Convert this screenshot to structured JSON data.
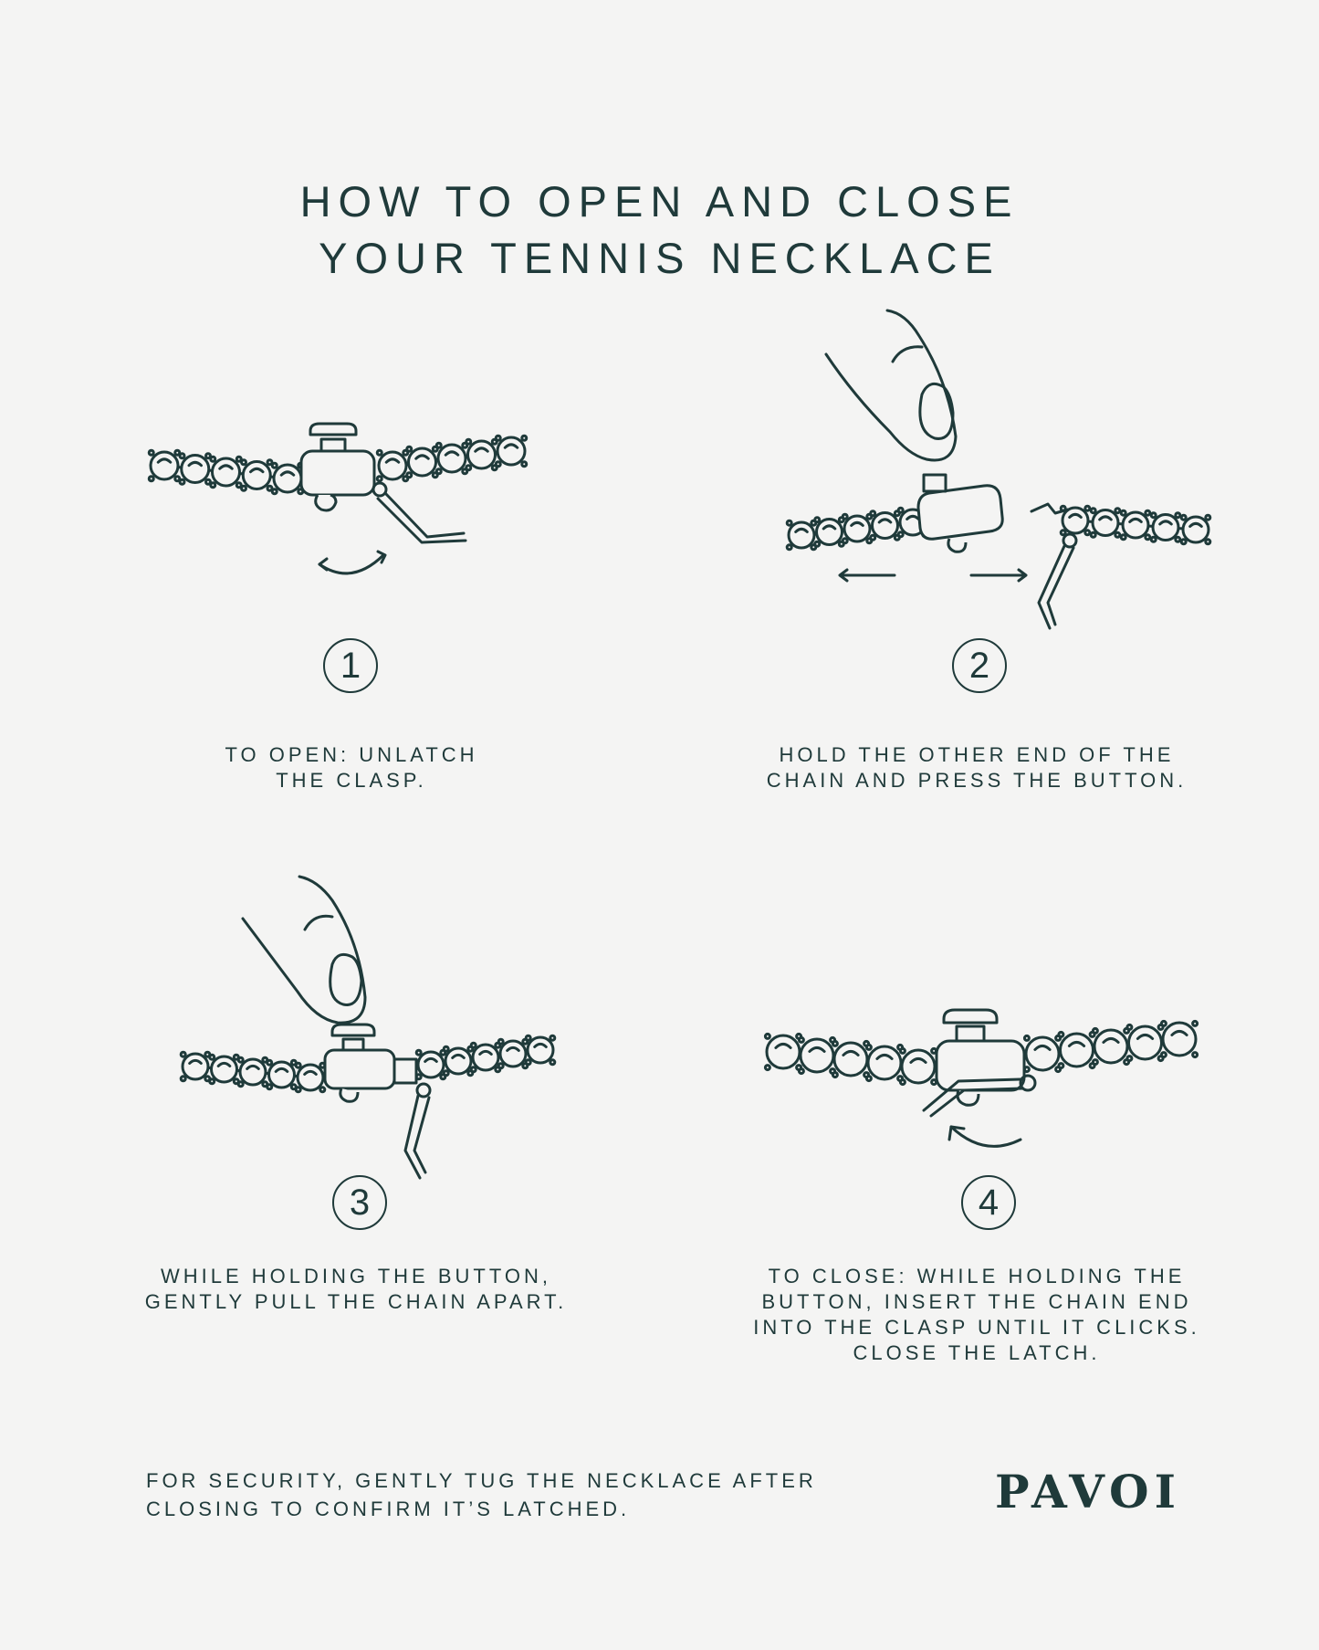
{
  "title": {
    "line1": "HOW TO OPEN AND CLOSE",
    "line2": "YOUR TENNIS NECKLACE"
  },
  "steps": [
    {
      "number": "1",
      "lines": [
        "TO OPEN: UNLATCH",
        "THE CLASP."
      ]
    },
    {
      "number": "2",
      "lines": [
        "HOLD THE OTHER END OF THE",
        "CHAIN AND PRESS THE BUTTON."
      ]
    },
    {
      "number": "3",
      "lines": [
        "WHILE HOLDING THE BUTTON,",
        "GENTLY PULL THE CHAIN APART."
      ]
    },
    {
      "number": "4",
      "lines": [
        "TO CLOSE: WHILE HOLDING THE",
        "BUTTON, INSERT THE CHAIN END",
        "INTO  THE CLASP UNTIL IT CLICKS.",
        "CLOSE THE LATCH."
      ]
    }
  ],
  "footer": {
    "note_line1": "FOR SECURITY, GENTLY TUG THE NECKLACE AFTER",
    "note_line2": "CLOSING TO CONFIRM IT’S LATCHED.",
    "brand": "PAVOI"
  },
  "colors": {
    "ink": "#1f3a3a",
    "background": "#f4f4f3"
  },
  "icons": [
    "clasp-illustration",
    "finger-icon",
    "rotate-arrow-icon",
    "pull-apart-arrows-icon",
    "insert-arrow-icon"
  ]
}
